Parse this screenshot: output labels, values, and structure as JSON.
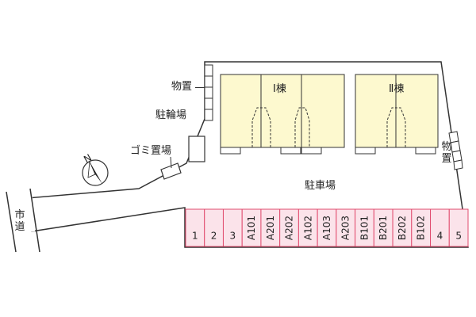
{
  "labels": {
    "storage_top": "物置",
    "storage_right": "物置",
    "bicycle_parking": "駐輪場",
    "garbage": "ゴミ置場",
    "parking": "駐車場",
    "city_road": "市道",
    "north": "N"
  },
  "buildings": [
    {
      "name": "Ⅰ棟"
    },
    {
      "name": "Ⅱ棟"
    }
  ],
  "parking_slots": [
    "1",
    "2",
    "3",
    "A101",
    "A201",
    "A202",
    "A102",
    "A103",
    "A203",
    "B101",
    "B201",
    "B202",
    "B102",
    "4",
    "5"
  ],
  "colors": {
    "building_fill": "#fdf9cf",
    "parking_fill": "#fbe3ea",
    "parking_stroke": "#e14b6e",
    "lot_stroke": "#333333"
  }
}
